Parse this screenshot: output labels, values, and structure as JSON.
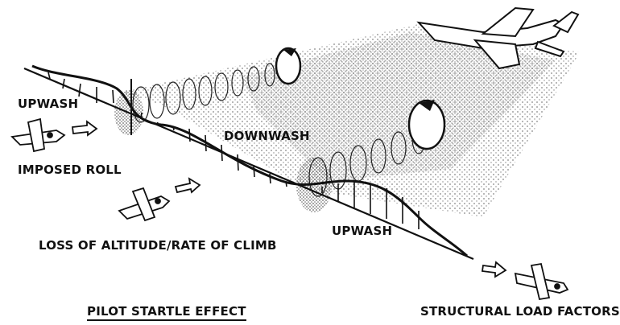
{
  "labels": {
    "upwash_left": "UPWASH",
    "downwash": "DOWNWASH",
    "imposed_roll": "IMPOSED ROLL",
    "loss_altitude": "LOSS OF ALTITUDE/RATE OF CLIMB",
    "upwash_right": "UPWASH",
    "pilot_startle": "PILOT STARTLE EFFECT",
    "structural": "STRUCTURAL LOAD FACTORS"
  },
  "colors": {
    "ink": "#111111",
    "paper": "#ffffff"
  },
  "icons": [
    "aircraft-icon",
    "small-aircraft-icon",
    "direction-arrow-icon",
    "vortex-rotation-icon"
  ]
}
